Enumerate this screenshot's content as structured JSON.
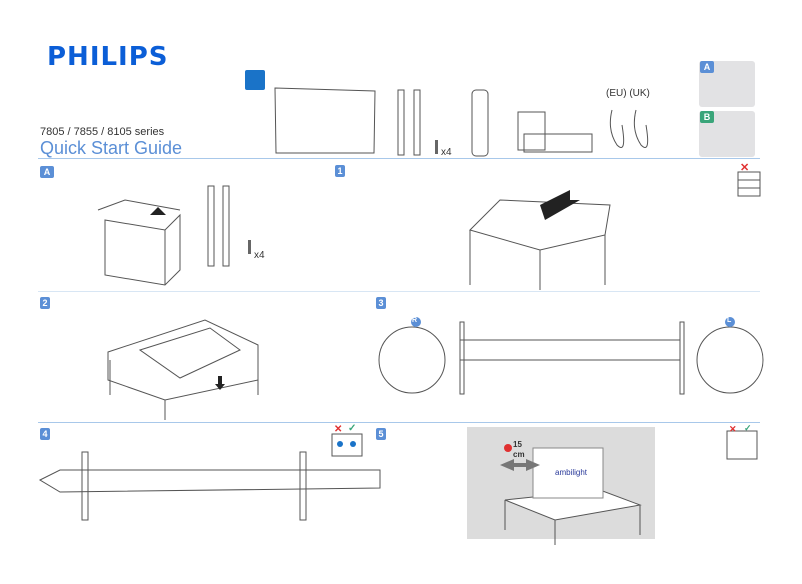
{
  "header": {
    "brand": "PHILIPS",
    "series": "7805 / 7855 / 8105 series",
    "title": "Quick Start Guide"
  },
  "contents": {
    "screw_qty": "x4",
    "plug_labels": "(EU) (UK)"
  },
  "options": {
    "a_label": "A",
    "b_label": "B",
    "a_color": "#5b8fd6",
    "b_color": "#3aa57a"
  },
  "steps": {
    "a": "A",
    "s1": "1",
    "s2": "2",
    "s3": "3",
    "s4": "4",
    "s5": "5"
  },
  "step_a": {
    "screw_qty": "x4"
  },
  "step3": {
    "right_label": "R",
    "left_label": "L"
  },
  "step5": {
    "distance_value": "15",
    "distance_unit": "cm",
    "ambilight_text": "ambilight"
  },
  "colors": {
    "accent": "#5b8fd6",
    "brand": "#0b5ed7",
    "wrong": "#e03030",
    "right": "#3aa57a"
  }
}
